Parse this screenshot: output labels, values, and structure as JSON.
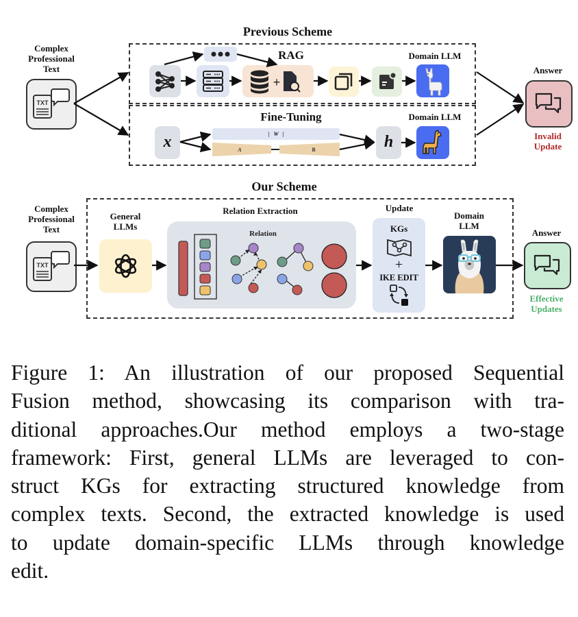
{
  "figure": {
    "previous_scheme": {
      "title": "Previous Scheme",
      "input_label": "Complex Professional Text",
      "input_label_lines": [
        "Complex",
        "Professional",
        "Text"
      ],
      "input_icon": "txt-document-chat-icon",
      "rag": {
        "title": "RAG",
        "steps": [
          "neural-network-icon",
          "ellipsis-icon",
          "server-stack-icon",
          "database-plus-document-search-icon",
          "copy-windows-icon",
          "notification-document-icon",
          "llama-icon"
        ],
        "model_label": "Domain LLM"
      },
      "fine_tuning": {
        "title": "Fine-Tuning",
        "input_symbol": "x",
        "weight_label": "W",
        "lora_a_label": "A",
        "lora_b_label": "B",
        "output_symbol": "h",
        "model_label": "Domain LLM"
      },
      "answer_label": "Answer",
      "result_lines": [
        "Invalid",
        "Update"
      ],
      "result_color": "#b02a2a"
    },
    "our_scheme": {
      "title": "Our Scheme",
      "input_label_lines": [
        "Complex",
        "Professional",
        "Text"
      ],
      "general_llm_lines": [
        "General",
        "LLMs"
      ],
      "relation_extraction_title": "Relation Extraction",
      "relation_label": "Relation",
      "update_title": "Update",
      "kgs_label": "KGs",
      "plus": "+",
      "ike_edit_label": "IKE EDIT",
      "domain_llm_lines": [
        "Domain",
        "LLM"
      ],
      "answer_label": "Answer",
      "result_lines": [
        "Effective",
        "Updates"
      ],
      "result_color": "#4caf6a"
    },
    "colors": {
      "rag_gray": "#dde1e7",
      "rag_blue": "#dfe5f3",
      "rag_peach": "#f8e4d4",
      "rag_yellow": "#fdf3d6",
      "rag_green": "#e4efdf",
      "llm_blue": "#4a6cf0",
      "answer_invalid_bg": "#e9bfc2",
      "answer_effective_bg": "#c9ebd4",
      "general_llm_bg": "#fdf1cf",
      "relation_bg": "#dfe3ea",
      "update_bg": "#dfe6f3",
      "domain_llm_bg": "#283c57",
      "node_green": "#6e9c86",
      "node_blue": "#8aa4e8",
      "node_purple": "#a786c9",
      "node_red": "#c45a56",
      "node_yellow": "#eec26a"
    }
  },
  "caption": {
    "lines": [
      "Figure 1: An illustration of our proposed Sequential",
      "Fusion method, showcasing its comparison with tra-",
      "ditional approaches.Our method employs a two-stage",
      "framework: First, general LLMs are leveraged to con-",
      "struct KGs for extracting structured knowledge from",
      "complex texts. Second, the extracted knowledge is used",
      "to update domain-specific LLMs through knowledge",
      "edit."
    ]
  }
}
